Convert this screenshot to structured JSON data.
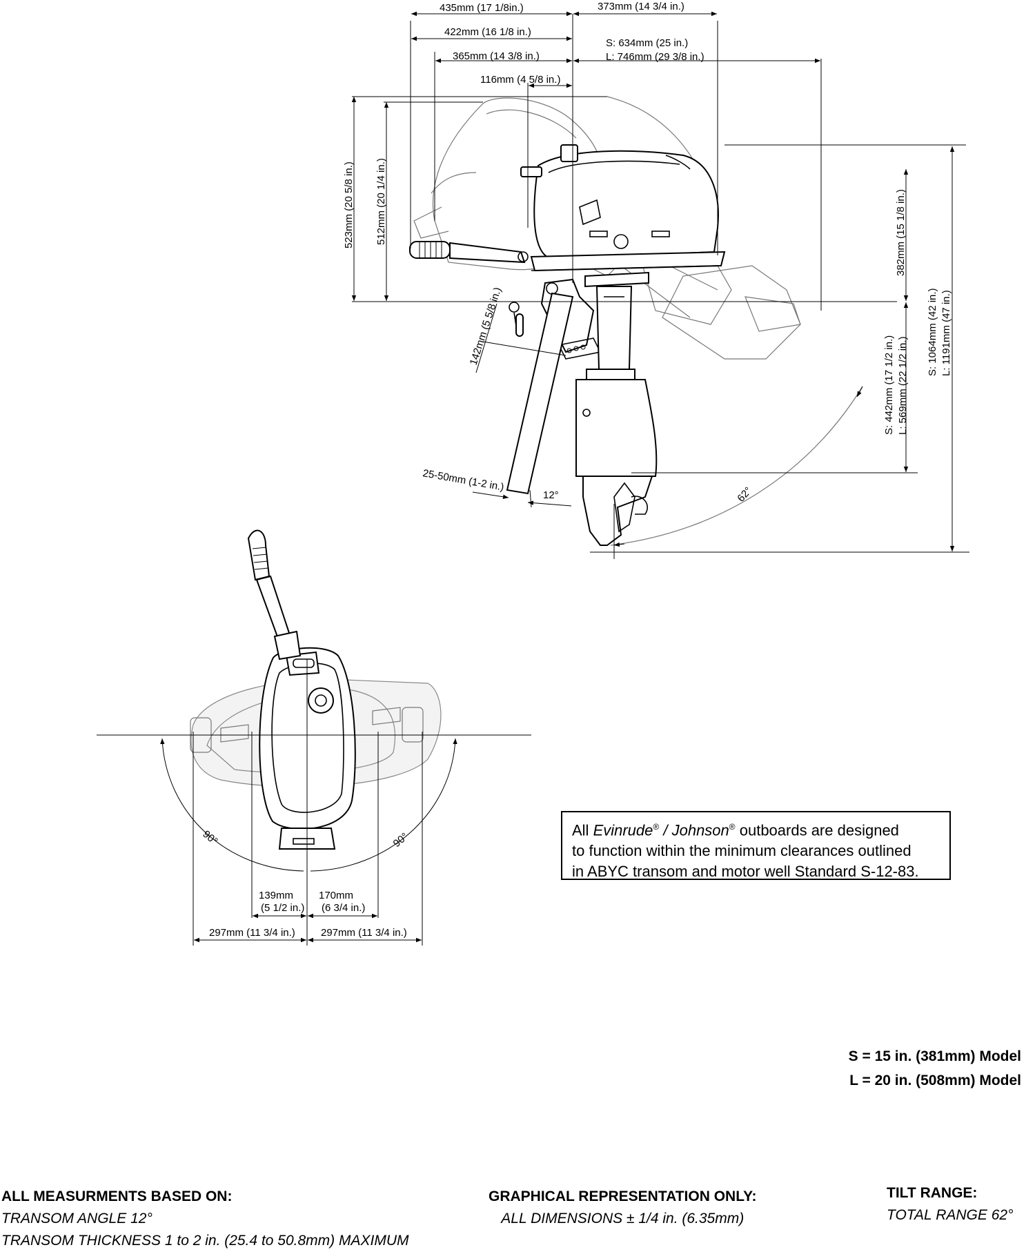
{
  "side_view": {
    "dims": {
      "d435": "435mm (17 1/8in.)",
      "d373": "373mm (14 3/4 in.)",
      "d422": "422mm (16 1/8 in.)",
      "d634": "S: 634mm (25 in.)",
      "d746": "L: 746mm (29 3/8 in.)",
      "d365": "365mm (14 3/8 in.)",
      "d116": "116mm (4 5/8 in.)",
      "d523": "523mm (20 5/8 in.)",
      "d512": "512mm (20 1/4 in.)",
      "d382": "382mm (15 1/8 in.)",
      "d142": "142mm (5 5/8 in.)",
      "d442": "S: 442mm (17 1/2 in.)",
      "d569": "L: 569mm (22 1/2 in.)",
      "d1064": "S: 1064mm (42 in.)",
      "d1191": "L: 1191mm (47 in.)",
      "d2550": "25-50mm (1-2 in.)",
      "a12": "12°",
      "a62": "62°"
    }
  },
  "top_view": {
    "dims": {
      "a90l": "90°",
      "a90r": "90°",
      "d139a": "139mm",
      "d139b": "(5 1/2 in.)",
      "d170a": "170mm",
      "d170b": "(6 3/4 in.)",
      "d297l": "297mm (11 3/4 in.)",
      "d297r": "297mm (11 3/4 in.)"
    }
  },
  "notice": {
    "t1": "All ",
    "brand1": "Evinrude",
    "reg": "®",
    "sep": " / ",
    "brand2": "Johnson",
    "t2": " outboards are designed",
    "line2": "to function within the minimum clearances outlined",
    "line3": "in ABYC transom and motor well Standard S-12-83."
  },
  "models": {
    "s": "S = 15 in. (381mm) Model",
    "l": "L = 20 in. (508mm) Model"
  },
  "footer": {
    "left_heading": "ALL MEASURMENTS BASED ON:",
    "left_line1": "TRANSOM ANGLE 12°",
    "left_line2": "TRANSOM THICKNESS 1 to 2 in. (25.4 to 50.8mm) MAXIMUM",
    "mid_heading": "GRAPHICAL REPRESENTATION ONLY:",
    "mid_line1": "ALL DIMENSIONS ± 1/4 in. (6.35mm)",
    "right_heading": "TILT RANGE:",
    "right_line1": "TOTAL RANGE 62°"
  }
}
